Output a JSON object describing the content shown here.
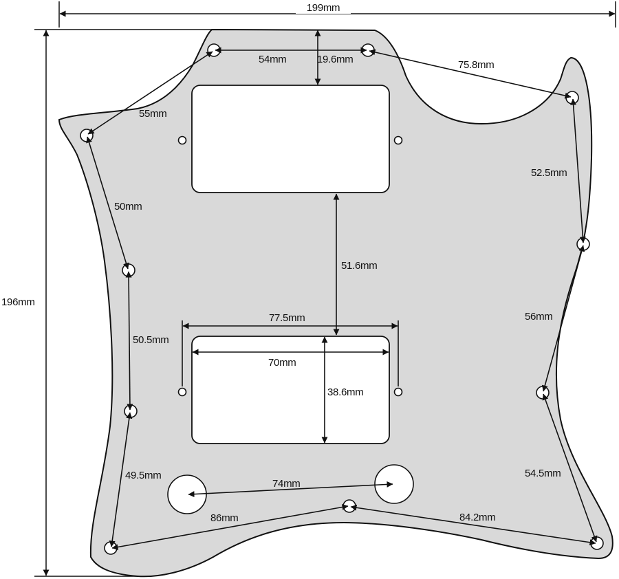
{
  "overall": {
    "width_label": "199mm",
    "height_label": "196mm"
  },
  "measurements": {
    "top_holes": "54mm",
    "top_margin": "19.6mm",
    "upper_right": "75.8mm",
    "upper_left": "55mm",
    "right_1": "52.5mm",
    "left_1": "50mm",
    "pickup_gap": "51.6mm",
    "right_2": "56mm",
    "lower_mount_span": "77.5mm",
    "left_2": "50.5mm",
    "lower_cut_width": "70mm",
    "lower_cut_height": "38.6mm",
    "left_3": "49.5mm",
    "knob_span": "74mm",
    "right_3": "54.5mm",
    "bottom_left": "86mm",
    "bottom_right": "84.2mm"
  },
  "colors": {
    "guard_fill": "#d9d9d9",
    "stroke": "#111111",
    "cutout": "#ffffff"
  }
}
